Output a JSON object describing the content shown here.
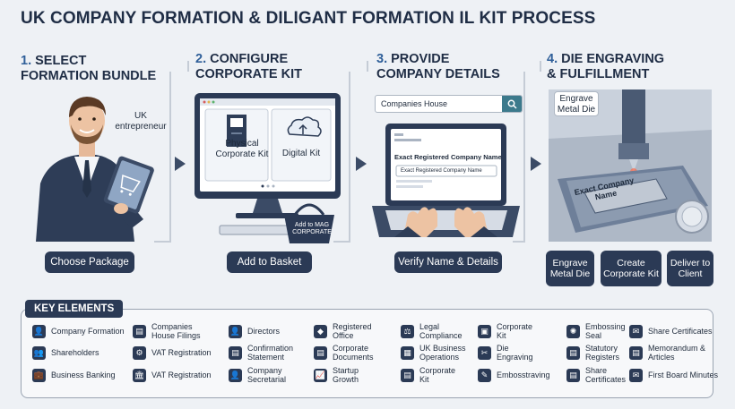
{
  "title": "UK COMPANY FORMATION & DILIGANT FORMATION IL KIT PROCESS",
  "steps": [
    {
      "num": "1.",
      "line1": "SELECT",
      "line2": "FORMATION BUNDLE",
      "button": "Choose Package",
      "callout": "UK entrepreneur"
    },
    {
      "num": "2.",
      "line1": "CONFIGURE",
      "line2": "CORPORATE KIT",
      "button": "Add to Basket",
      "card1_l1": "Physical",
      "card1_l2": "Corporate Kit",
      "card2": "Digital Kit",
      "basket_l1": "Add to MAG",
      "basket_l2": "CORPORATE"
    },
    {
      "num": "3.",
      "line1": "PROVIDE",
      "line2": "COMPANY DETAILS",
      "button": "Verify Name & Details",
      "search": "Companies House",
      "form_title": "Exact Registered Company Name",
      "form_input": "Exact Registered Company Name"
    },
    {
      "num": "4.",
      "line1": "DIE ENGRAVING",
      "line2": "& FULFILLMENT",
      "callout_l1": "Engrave",
      "callout_l2": "Metal Die",
      "plate_l1": "Exact Company",
      "plate_l2": "Name",
      "buttons": [
        {
          "l1": "Engrave",
          "l2": "Metal Die"
        },
        {
          "l1": "Create",
          "l2": "Corporate Kit"
        },
        {
          "l1": "Deliver to",
          "l2": "Client"
        }
      ]
    }
  ],
  "key": {
    "header": "KEY ELEMENTS",
    "columns": [
      [
        {
          "l1": "Company Formation",
          "l2": "",
          "icon": "👤"
        },
        {
          "l1": "Shareholders",
          "l2": "",
          "icon": "👥"
        },
        {
          "l1": "Business Banking",
          "l2": "",
          "icon": "💼"
        }
      ],
      [
        {
          "l1": "Companies",
          "l2": "House Filings",
          "icon": "▤"
        },
        {
          "l1": "VAT Registration",
          "l2": "",
          "icon": "⚙"
        },
        {
          "l1": "VAT Registration",
          "l2": "",
          "icon": "🏛"
        }
      ],
      [
        {
          "l1": "Directors",
          "l2": "",
          "icon": "👤"
        },
        {
          "l1": "Confirmation",
          "l2": "Statement",
          "icon": "▤"
        },
        {
          "l1": "Company",
          "l2": "Secretarial",
          "icon": "👤"
        }
      ],
      [
        {
          "l1": "Registered",
          "l2": "Office",
          "icon": "◆"
        },
        {
          "l1": "Corporate",
          "l2": "Documents",
          "icon": "▤"
        },
        {
          "l1": "Startup",
          "l2": "Growth",
          "icon": "📈"
        }
      ],
      [
        {
          "l1": "Legal",
          "l2": "Compliance",
          "icon": "⚖"
        },
        {
          "l1": "UK Business",
          "l2": "Operations",
          "icon": "▦"
        },
        {
          "l1": "Corporate",
          "l2": "Kit",
          "icon": "▤"
        }
      ],
      [
        {
          "l1": "Corporate",
          "l2": "Kit",
          "icon": "▣"
        },
        {
          "l1": "Die",
          "l2": "Engraving",
          "icon": "✂"
        },
        {
          "l1": "Embosstraving",
          "l2": "",
          "icon": "✎"
        }
      ],
      [
        {
          "l1": "Embossing",
          "l2": "Seal",
          "icon": "✺"
        },
        {
          "l1": "Statutory",
          "l2": "Registers",
          "icon": "▤"
        },
        {
          "l1": "Share",
          "l2": "Certificates",
          "icon": "▤"
        }
      ],
      [
        {
          "l1": "Share Certificates",
          "l2": "",
          "icon": "✉"
        },
        {
          "l1": "Memorandum &",
          "l2": "Articles",
          "icon": "▤"
        },
        {
          "l1": "First Board Minutes",
          "l2": "",
          "icon": "✉"
        }
      ]
    ]
  }
}
